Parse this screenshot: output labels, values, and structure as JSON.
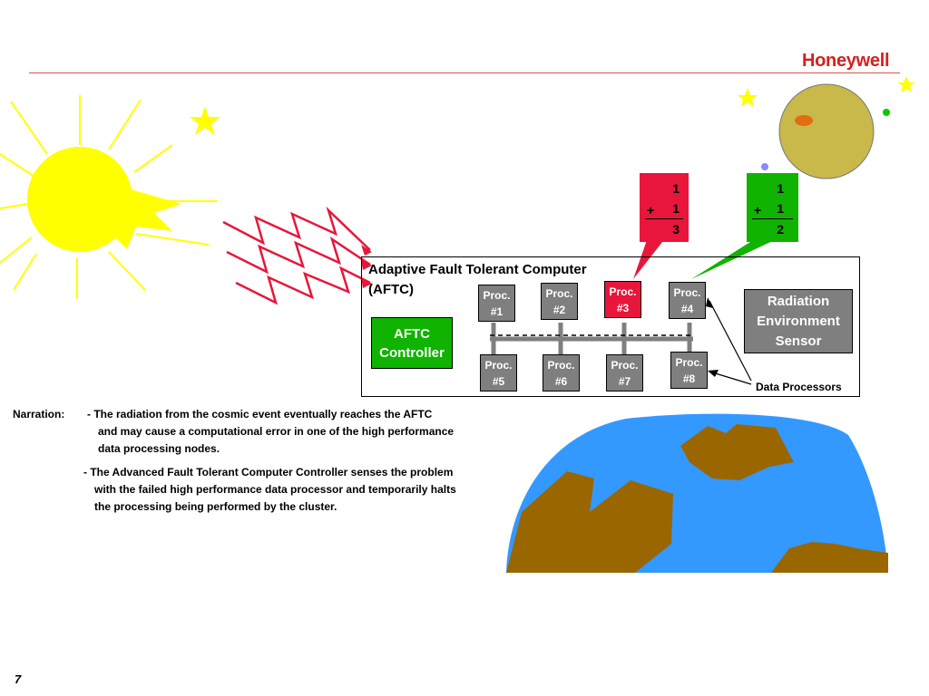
{
  "header": {
    "logo": "Honeywell",
    "brand_color": "#d4201f"
  },
  "diagram": {
    "title_line1": "Adaptive Fault Tolerant Computer",
    "title_line2": "(AFTC)",
    "controller_label": "AFTC\nController",
    "sensor_label": "Radiation\nEnvironment\nSensor",
    "data_processors_label": "Data Processors",
    "processors": [
      {
        "label": "Proc.\n#1",
        "status": "ok"
      },
      {
        "label": "Proc.\n#2",
        "status": "ok"
      },
      {
        "label": "Proc.\n#3",
        "status": "failed"
      },
      {
        "label": "Proc.\n#4",
        "status": "ok"
      },
      {
        "label": "Proc.\n#5",
        "status": "ok"
      },
      {
        "label": "Proc.\n#6",
        "status": "ok"
      },
      {
        "label": "Proc.\n#7",
        "status": "ok"
      },
      {
        "label": "Proc.\n#8",
        "status": "ok"
      }
    ],
    "wrong_sum": {
      "a": "1",
      "op": "+",
      "b": "1",
      "result": "3",
      "color": "#e8163b"
    },
    "correct_sum": {
      "a": "1",
      "op": "+",
      "b": "1",
      "result": "2",
      "color": "#0fb300"
    },
    "colors": {
      "processor": "#7f7f7f",
      "failed": "#e8163b",
      "controller": "#0fb300",
      "sun": "#ffff00",
      "ocean": "#3399ff",
      "land": "#996600",
      "radiation": "#e8163b"
    }
  },
  "narration": {
    "label": "Narration:",
    "para1": [
      "- The radiation from the cosmic event eventually reaches the AFTC",
      "and may cause a computational error in one of the high performance",
      "data processing nodes."
    ],
    "para2": [
      "- The Advanced Fault Tolerant Computer Controller senses the problem",
      "with the failed high performance data processor and temporarily halts",
      "the processing being performed by the cluster."
    ]
  },
  "page_number": "7"
}
